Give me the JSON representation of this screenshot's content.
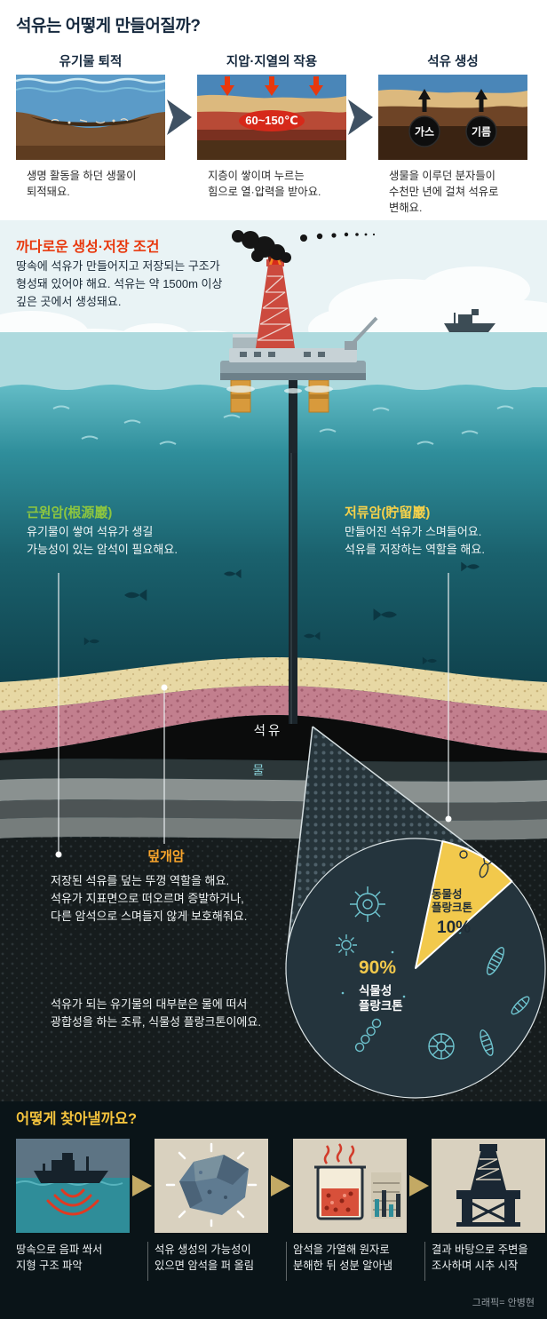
{
  "top": {
    "title": "석유는 어떻게 만들어질까?",
    "panels": [
      {
        "label": "유기물 퇴적",
        "caption": "생명 활동을 하던 생물이\n퇴적돼요."
      },
      {
        "label": "지압·지열의 작용",
        "caption": "지층이 쌓이며 누르는\n힘으로 열·압력을 받아요.",
        "temperature": "60~150℃"
      },
      {
        "label": "석유 생성",
        "caption": "생물을 이루던 분자들이\n수천만 년에 걸쳐 석유로\n변해요.",
        "gas_label": "가스",
        "oil_label": "기름"
      }
    ]
  },
  "conditions": {
    "title": "까다로운 생성·저장 조건",
    "body": "땅속에 석유가 만들어지고 저장되는 구조가\n형성돼 있어야 해요. 석유는 약 1500m 이상\n깊은 곳에서 생성돼요."
  },
  "underground": {
    "source_rock": {
      "title": "근원암(根源巖)",
      "body": "유기물이 쌓여 석유가 생길\n가능성이 있는 암석이 필요해요."
    },
    "reservoir_rock": {
      "title": "저류암(貯留巖)",
      "body": "만들어진 석유가 스며들어요.\n석유를 저장하는 역할을 해요."
    },
    "cap_rock": {
      "title": "덮개암",
      "body": "저장된 석유를 덮는 뚜껑 역할을 해요.\n석유가 지표면으로 떠오르며 증발하거나,\n다른 암석으로 스며들지 않게 보호해줘요."
    },
    "oil_label": "석유",
    "water_label": "물",
    "plankton_note": "석유가 되는 유기물의 대부분은 물에 떠서\n광합성을 하는 조류, 식물성 플랑크톤이에요.",
    "magnifier": {
      "zooplankton_label": "동물성\n플랑크톤",
      "zooplankton_pct": "10%",
      "phytoplankton_pct": "90%",
      "phytoplankton_label": "식물성\n플랑크톤"
    }
  },
  "discovery": {
    "title": "어떻게 찾아낼까요?",
    "steps": [
      {
        "caption": "땅속으로 음파 쏴서\n지형 구조 파악"
      },
      {
        "caption": "석유 생성의 가능성이\n있으면 암석을 퍼 올림"
      },
      {
        "caption": "암석을 가열해 원자로\n분해한 뒤 성분 알아냄"
      },
      {
        "caption": "결과 바탕으로 주변을\n조사하며 시추 시작"
      }
    ]
  },
  "credit": "그래픽= 안병현",
  "colors": {
    "accent_red": "#e8380d",
    "accent_green": "#8dc63f",
    "accent_yellow": "#f2c94c",
    "accent_orange": "#f9a52c",
    "deep_sea": "#0b2e36"
  }
}
